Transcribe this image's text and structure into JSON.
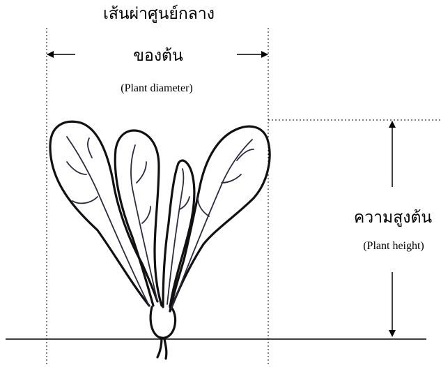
{
  "diameter": {
    "thai_line1": "เส้นผ่าศูนย์กลาง",
    "thai_line2": "ของต้น",
    "english": "(Plant diameter)"
  },
  "height": {
    "thai": "ความสูงต้น",
    "english": "(Plant height)"
  },
  "colors": {
    "line": "#000000",
    "leaf_vein": "#3a3a5a",
    "background": "#ffffff"
  }
}
